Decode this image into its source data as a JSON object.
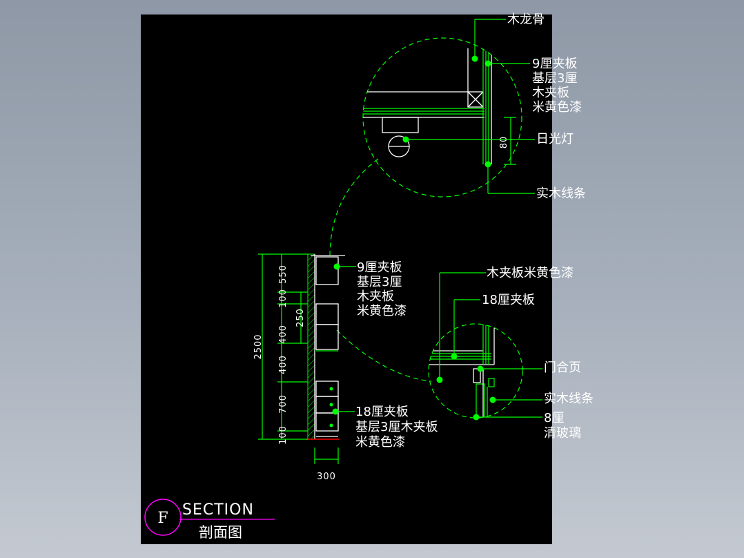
{
  "detail_top": {
    "keel_label": "木龙骨",
    "panel_label": [
      "9厘夹板",
      "基层3厘",
      "木夹板",
      "米黄色漆"
    ],
    "lamp_label": "日光灯",
    "molding_label": "实木线条",
    "dim_80": "80"
  },
  "section_main": {
    "dims_left": [
      "550",
      "100",
      "400",
      "400",
      "700",
      "100"
    ],
    "dim_total": "2500",
    "dim_250": "250",
    "dim_bottom": "300",
    "upper_label": [
      "9厘夹板",
      "基层3厘",
      "木夹板",
      "米黄色漆"
    ],
    "lower_label": [
      "18厘夹板",
      "基层3厘木夹板",
      "米黄色漆"
    ]
  },
  "detail_bottom": {
    "finish_label": "木夹板米黄色漆",
    "board_label": "18厘夹板",
    "hinge_label": "门合页",
    "molding_label": "实木线条",
    "glass_label": [
      "8厘",
      "清玻璃"
    ]
  },
  "title_block": {
    "letter": "F",
    "title_en": "SECTION",
    "title_cn": "剖面图"
  }
}
